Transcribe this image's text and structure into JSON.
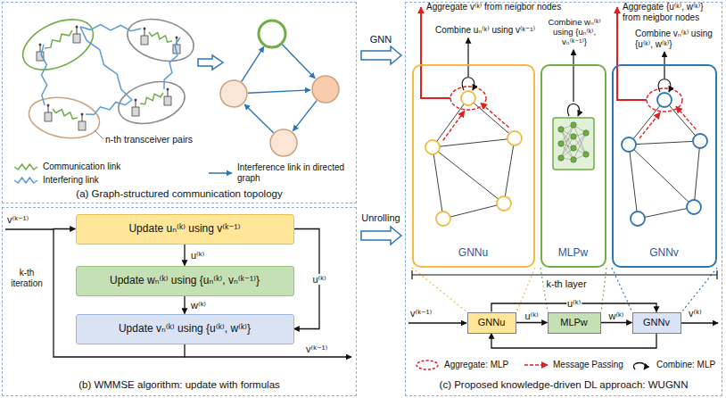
{
  "diagram": {
    "nodes": [
      {
        "text": [
          "(a) Graph-structured communication topology"
        ]
      },
      {
        "text": [
          "(b) WMMSE algorithm: update with formulas"
        ]
      },
      {
        "text": [
          "(c) Proposed knowledge-driven DL approach: WUGNN"
        ]
      },
      {
        "text": [
          "Update uₙ⁽ᵏ⁾ using v⁽ᵏ⁻¹⁾"
        ],
        "in": 1
      },
      {
        "text": [
          "Update wₙ⁽ᵏ⁾ using {uₙ⁽ᵏ⁾, vₙ⁽ᵏ⁻¹⁾}"
        ],
        "in": 1
      },
      {
        "text": [
          "Update vₙ⁽ᵏ⁾ using {u⁽ᵏ⁾, w⁽ᵏ⁾}"
        ],
        "in": 1
      },
      {
        "text": [
          "GNNu"
        ],
        "in": 2
      },
      {
        "text": [
          "MLPw"
        ],
        "in": 2
      },
      {
        "text": [
          "GNNv"
        ],
        "in": 2
      },
      {
        "text": [
          "GNNu"
        ],
        "in": 2
      },
      {
        "text": [
          "MLPw"
        ],
        "in": 2
      },
      {
        "text": [
          "GNNv"
        ],
        "in": 2
      }
    ],
    "edges": [
      {
        "from": 3,
        "to": 4,
        "arrow": "to",
        "label": "u⁽ᵏ⁾"
      },
      {
        "from": 4,
        "to": 5,
        "arrow": "to",
        "label": "w⁽ᵏ⁾"
      },
      {
        "from": 3,
        "to": 5,
        "arrow": "to",
        "label": "u⁽ᵏ⁾"
      },
      {
        "from": 5,
        "to": 3,
        "arrow": "to"
      },
      {
        "from": 9,
        "to": 10,
        "arrow": "to",
        "label": "u⁽ᵏ⁾"
      },
      {
        "from": 10,
        "to": 11,
        "arrow": "to",
        "label": "w⁽ᵏ⁾"
      },
      {
        "from": 9,
        "to": 11,
        "arrow": "to",
        "label": "u⁽ᵏ⁾"
      },
      {
        "from": 11,
        "to": 9,
        "arrow": "to"
      }
    ],
    "labels": [
      "n-th transceiver pairs",
      "GNN",
      "Unrolling",
      "v⁽ᵏ⁻¹⁾",
      "k-th iteration",
      "v⁽ᵏ⁻¹⁾",
      "Aggregate v⁽ᵏ⁾ from neigbor nodes",
      "Combine uₙ⁽ᵏ⁾ using v⁽ᵏ⁻¹⁾",
      "Combine wₙ⁽ᵏ⁾ using {uₙ⁽ᵏ⁾, vₙ⁽ᵏ⁻¹⁾}",
      "Aggregate {u⁽ᵏ⁾, w⁽ᵏ⁾} from neigbor nodes",
      "Combine vₙ⁽ᵏ⁾ using {u⁽ᵏ⁾, w⁽ᵏ⁾}",
      "k-th layer",
      "v⁽ᵏ⁻¹⁾",
      "v⁽ᵏ⁾"
    ],
    "legend": [
      {
        "text": "Communication link"
      },
      {
        "text": "Interfering link"
      },
      {
        "text": "Interference link in directed graph"
      },
      {
        "text": "Aggregate: MLP"
      },
      {
        "text": "Message Passing"
      },
      {
        "text": "Combine: MLP"
      }
    ]
  }
}
